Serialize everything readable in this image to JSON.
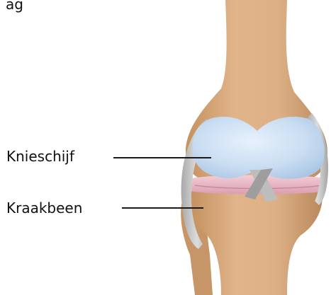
{
  "diagram": {
    "top_fragment": "ag",
    "labels": [
      {
        "text": "Knieschijf"
      },
      {
        "text": "Kraakbeen"
      }
    ]
  },
  "colors": {
    "bone": "#d7a77a",
    "bone_shadow": "#b8875e",
    "patella": "#c9def4",
    "cartilage": "#e8b7c4",
    "ligament": "#c2c2c2",
    "line": "#1a1a1a"
  }
}
